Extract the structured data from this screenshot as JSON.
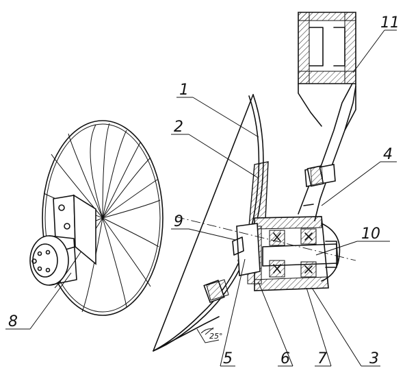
{
  "labels": {
    "p1": "1",
    "p2": "2",
    "p3": "3",
    "p4": "4",
    "p5": "5",
    "p6": "6",
    "p7": "7",
    "p8": "8",
    "p9": "9",
    "p10": "10",
    "p11": "11"
  },
  "angle": "25°"
}
